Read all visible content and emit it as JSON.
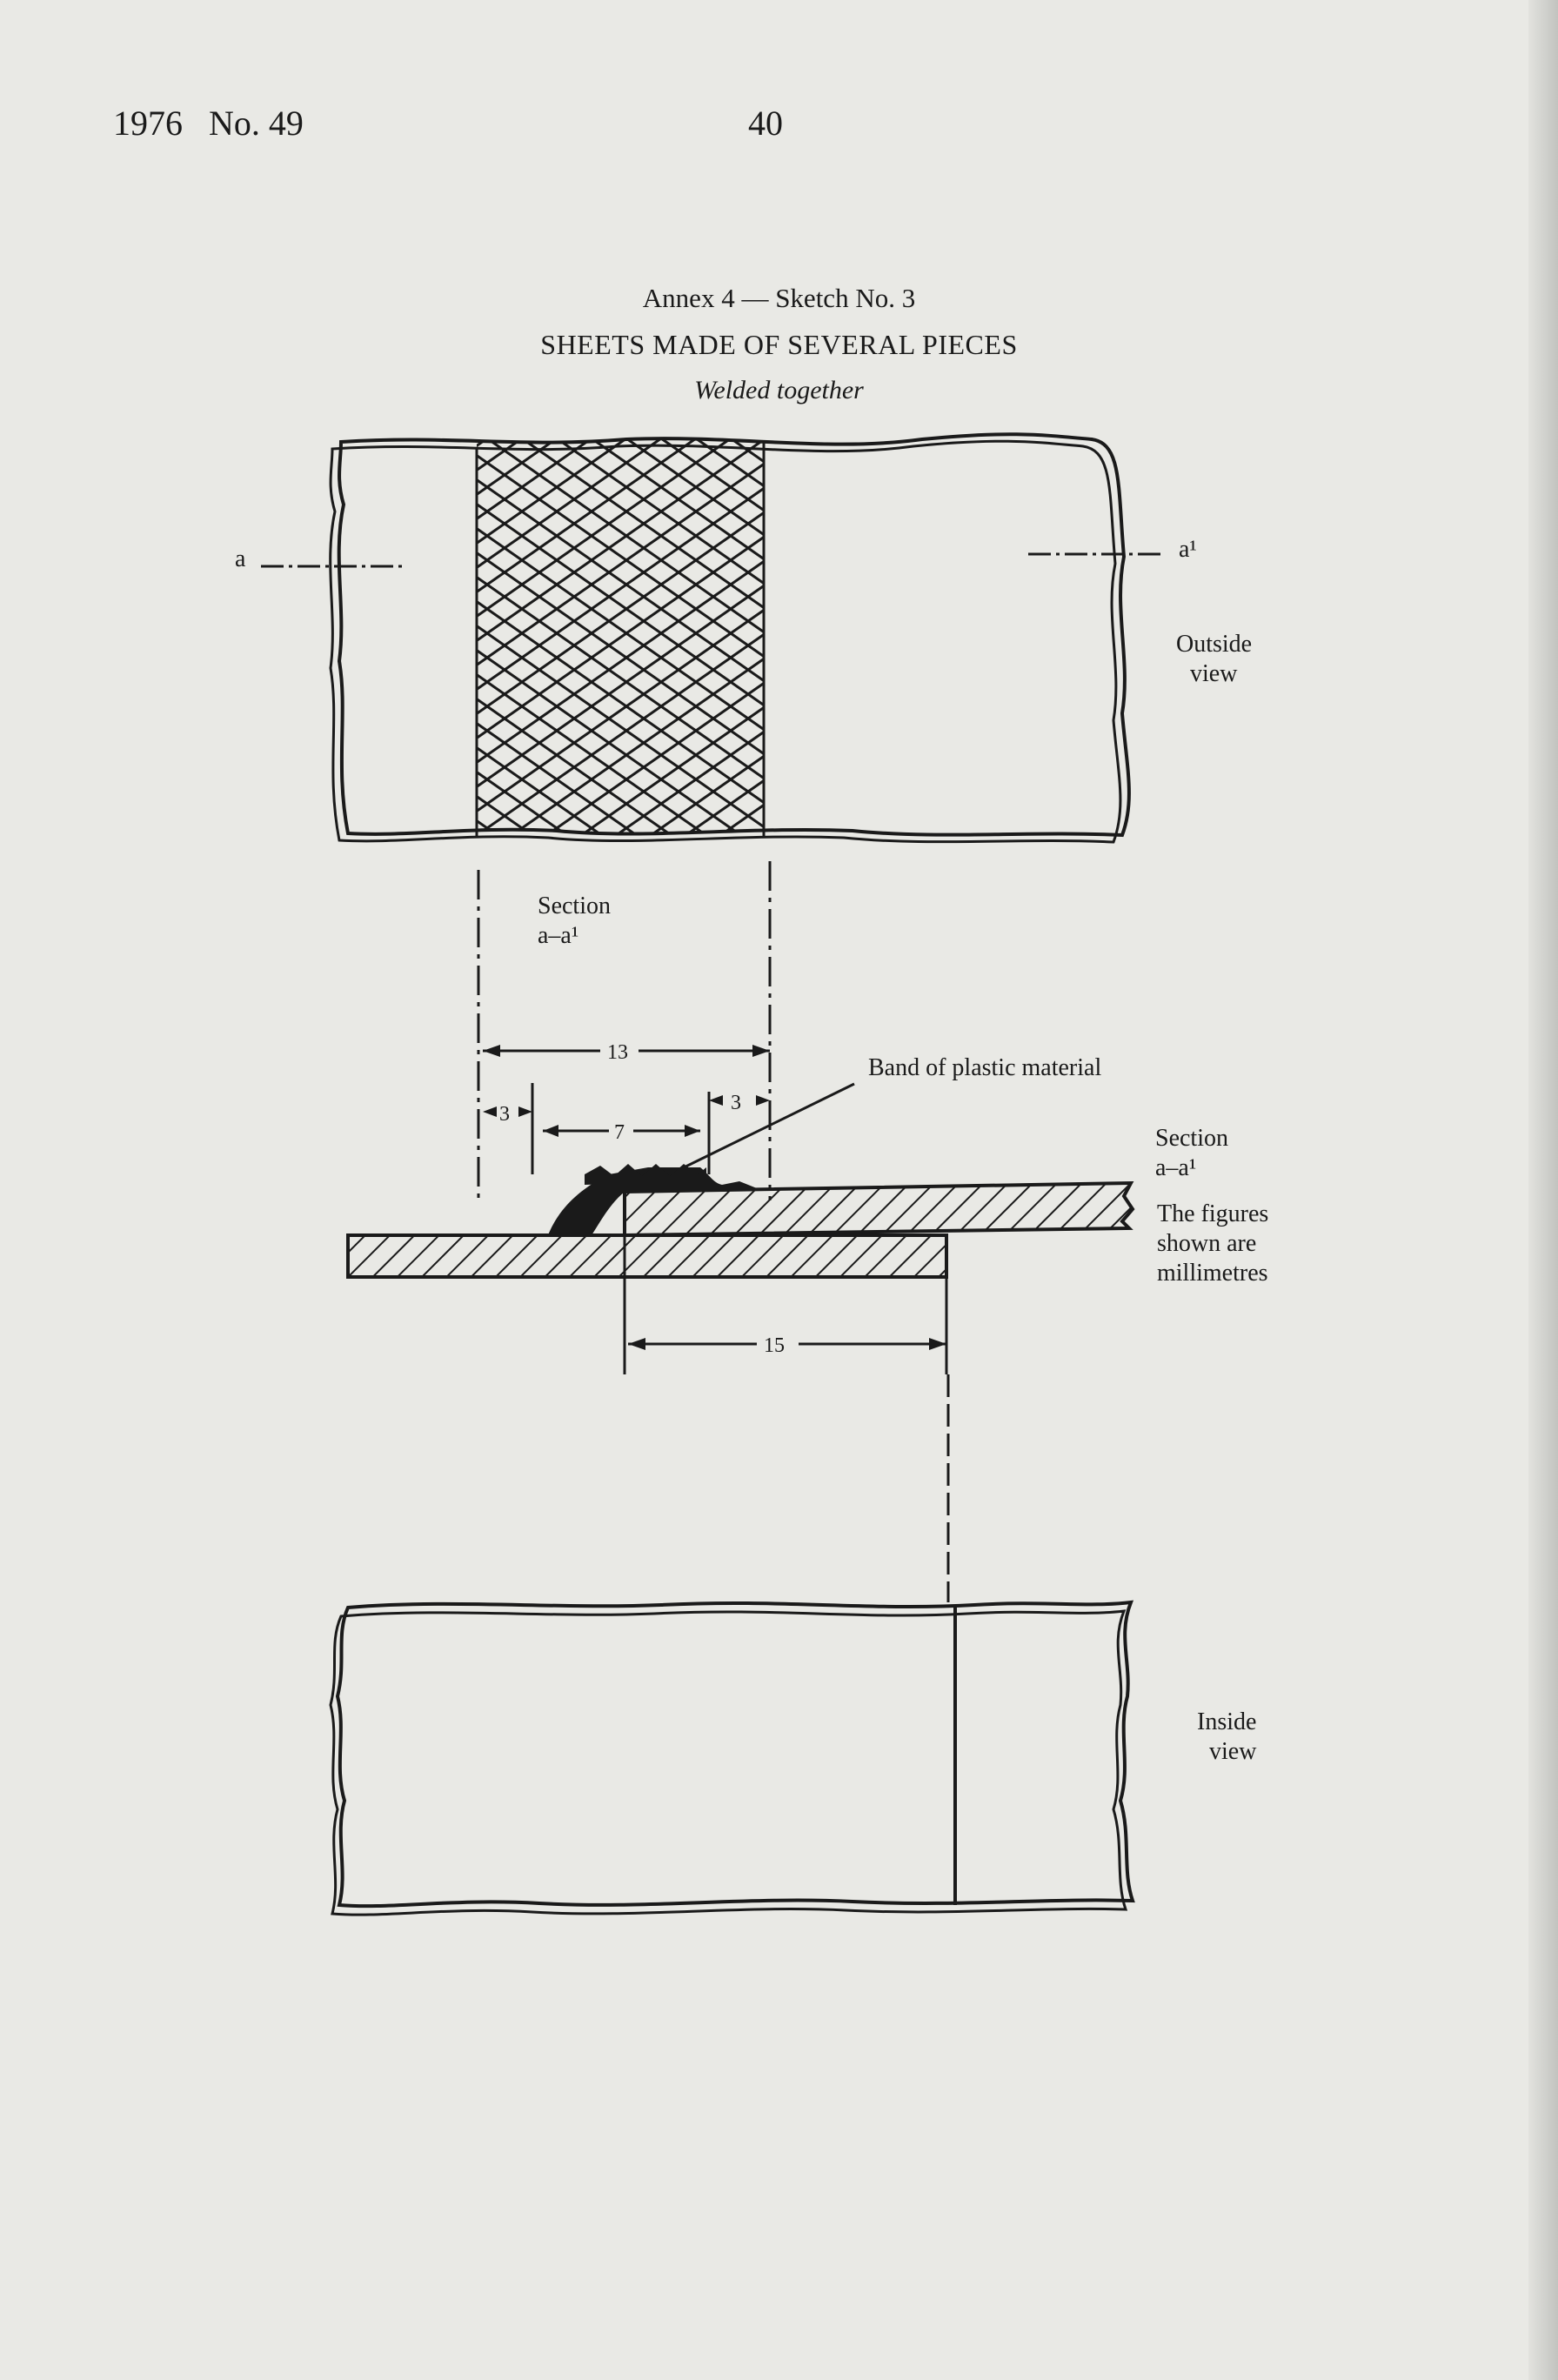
{
  "header": {
    "left": "1976   No. 49",
    "page_number": "40"
  },
  "title": {
    "annex": "Annex 4 — Sketch No. 3",
    "main": "SHEETS MADE OF SEVERAL PIECES",
    "subtitle": "Welded together"
  },
  "labels": {
    "a": "a",
    "a1": "a¹",
    "outside_view_1": "Outside",
    "outside_view_2": "view",
    "section_mid_1": "Section",
    "section_mid_2": "a–a¹",
    "band": "Band of plastic material",
    "section_right_1": "Section",
    "section_right_2": "a–a¹",
    "figures_1": "The figures",
    "figures_2": "shown are",
    "figures_3": "millimetres",
    "inside_view_1": "Inside",
    "inside_view_2": "view"
  },
  "dimensions": {
    "d13": "13",
    "d3_left": "3",
    "d7": "7",
    "d3_right": "3",
    "d15": "15"
  }
}
